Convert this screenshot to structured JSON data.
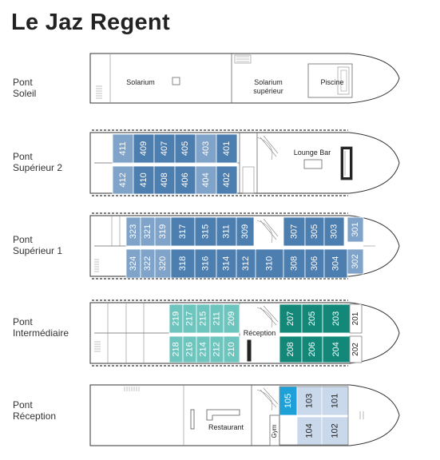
{
  "title": "Le Jaz Regent",
  "colors": {
    "dark_blue": "#4d7eb0",
    "mid_blue": "#7fa3c9",
    "light_blue": "#c9d8ea",
    "dark_teal": "#138878",
    "light_teal": "#6ec5bd",
    "cyan": "#1ea0d8",
    "outline": "#333333",
    "cabin_text": "#ffffff"
  },
  "decks": [
    {
      "id": "soleil",
      "label_lines": [
        "Pont",
        "Soleil"
      ],
      "areas": {
        "solarium": "Solarium",
        "solarium_sup_1": "Solarium",
        "solarium_sup_2": "supérieur",
        "piscine": "Piscine"
      }
    },
    {
      "id": "superieur-2",
      "label_lines": [
        "Pont",
        "Supérieur 2"
      ],
      "areas": {
        "lounge": "Lounge Bar"
      },
      "cabins_top": [
        "411",
        "409",
        "407",
        "405",
        "403",
        "401"
      ],
      "cabins_bottom": [
        "412",
        "410",
        "408",
        "406",
        "404",
        "402"
      ]
    },
    {
      "id": "superieur-1",
      "label_lines": [
        "Pont",
        "Supérieur 1"
      ],
      "cabins_top": [
        "323",
        "321",
        "319",
        "317",
        "315",
        "311",
        "309",
        "307",
        "305",
        "303",
        "301"
      ],
      "cabins_bottom": [
        "324",
        "322",
        "320",
        "318",
        "316",
        "314",
        "312",
        "310",
        "308",
        "306",
        "304",
        "302"
      ]
    },
    {
      "id": "intermediaire",
      "label_lines": [
        "Pont",
        "Intermédiaire"
      ],
      "areas": {
        "reception": "Réception"
      },
      "cabins_top": [
        "219",
        "217",
        "215",
        "211",
        "209",
        "207",
        "205",
        "203",
        "201"
      ],
      "cabins_bottom": [
        "218",
        "216",
        "214",
        "212",
        "210",
        "208",
        "206",
        "204",
        "202"
      ]
    },
    {
      "id": "reception",
      "label_lines": [
        "Pont",
        "Réception"
      ],
      "areas": {
        "restaurant": "Restaurant",
        "gym": "Gym"
      },
      "cabins_top": [
        "105",
        "103",
        "101"
      ],
      "cabins_bottom": [
        "104",
        "102"
      ]
    }
  ]
}
